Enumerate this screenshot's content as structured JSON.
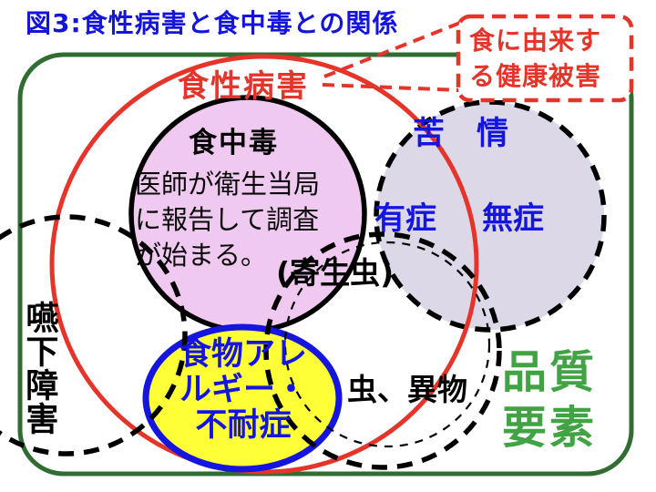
{
  "figure": {
    "title": "図3:食性病害と食中毒との関係"
  },
  "callout": {
    "line1": "食に由来す",
    "line2": "る健康被害"
  },
  "regions": {
    "red_circle_label": "食性病害",
    "food_poisoning": {
      "label": "食中毒",
      "desc_line1": "医師が衛生当局",
      "desc_line2": "に報告して調査",
      "desc_line3": "が始まる。"
    },
    "complaints_circle": {
      "label": "苦　情",
      "symptomatic": "有症",
      "asymptomatic": "無症"
    },
    "allergy_ellipse": {
      "line1": "食物アレ",
      "line2": "ルギー・",
      "line3": "不耐症"
    },
    "parasites_label": "(寄生虫)",
    "insects_label": "虫、異物",
    "quality_box": {
      "line1": "品質",
      "line2": "要素"
    },
    "swallowing_label": "嚥下障害"
  },
  "colors": {
    "title_blue": "#1414dd",
    "accent_red": "#e5352b",
    "green_border": "#2f6d33",
    "green_text": "#41a343",
    "blue_text": "#1515e0",
    "pink_fill": "#f0c9f0",
    "lavender_fill": "#dcd8e8",
    "yellow_fill": "#ffff38",
    "black": "#000000"
  }
}
